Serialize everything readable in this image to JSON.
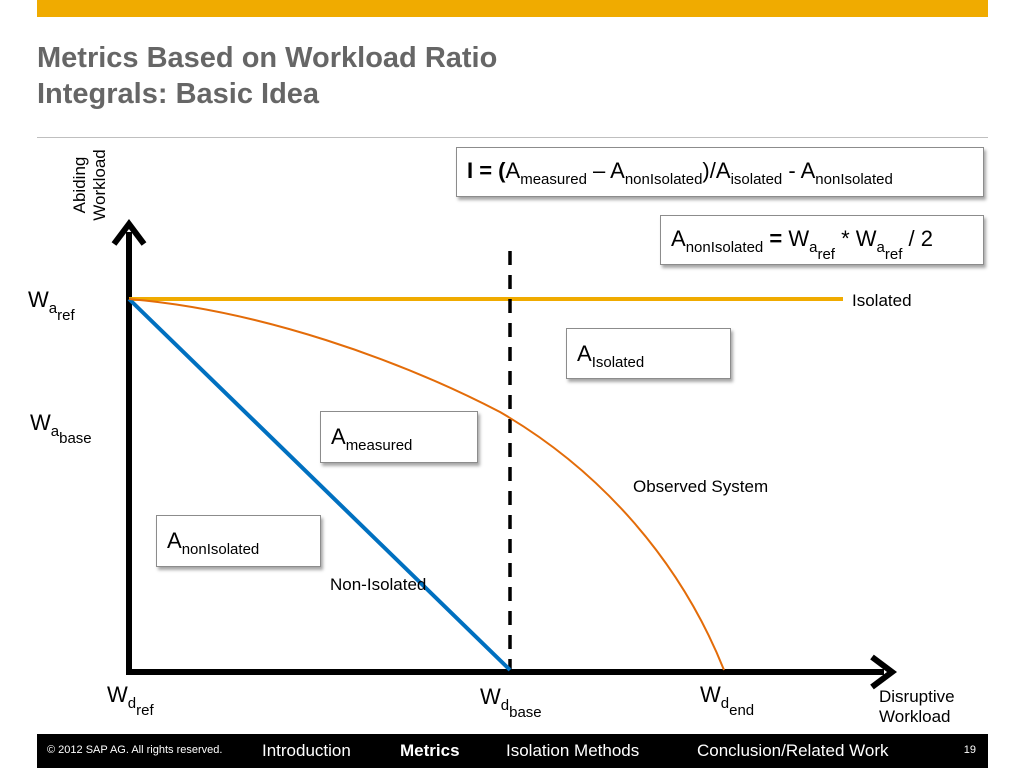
{
  "slide": {
    "title_line1": "Metrics Based on Workload Ratio",
    "title_line2": "Integrals: Basic Idea"
  },
  "colors": {
    "accent": "#f0ab00",
    "title_gray": "#666666",
    "isolated_line": "#f0ab00",
    "non_isolated_line": "#0070c0",
    "observed_curve": "#e36c09",
    "axis": "#000000"
  },
  "diagram": {
    "y_axis_title_line1": "Abiding",
    "y_axis_title_line2": "Workload",
    "x_axis_title_line1": "Disruptive",
    "x_axis_title_line2": "Workload",
    "y_labels": {
      "w_a_ref": {
        "main": "W",
        "sub": "a",
        "subsub": "ref"
      },
      "w_a_base": {
        "main": "W",
        "sub": "a",
        "subsub": "base"
      }
    },
    "x_labels": {
      "w_d_ref": {
        "main": "W",
        "sub": "d",
        "subsub": "ref"
      },
      "w_d_base": {
        "main": "W",
        "sub": "d",
        "subsub": "base"
      },
      "w_d_end": {
        "main": "W",
        "sub": "d",
        "subsub": "end"
      }
    },
    "line_labels": {
      "isolated": "Isolated",
      "observed": "Observed System",
      "non_isolated": "Non-Isolated"
    },
    "area_boxes": {
      "isolated": {
        "main": "A",
        "sub": "Isolated"
      },
      "measured": {
        "main": "A",
        "sub": "measured"
      },
      "non_isolated": {
        "main": "A",
        "sub": "nonIsolated"
      }
    },
    "formula1": {
      "lhs": "I = (",
      "a1": "A",
      "a1_sub": "measured",
      "minus": " – ",
      "a2": "A",
      "a2_sub": "nonIsolated",
      "div": ")/",
      "a3": "A",
      "a3_sub": "isolated",
      "minus2": " - ",
      "a4": "A",
      "a4_sub": "nonIsolated"
    },
    "formula2": {
      "a": "A",
      "a_sub": "nonIsolated",
      "eq": " = ",
      "w1": "W",
      "w1_sub": "a",
      "w1_subsub": "ref",
      "times": " * ",
      "w2": "W",
      "w2_sub": "a",
      "w2_subsub": "ref",
      "rest": " / 2"
    }
  },
  "footer": {
    "copyright": "© 2012 SAP AG. All rights reserved.",
    "nav": [
      "Introduction",
      "Metrics",
      "Isolation Methods",
      "Conclusion/Related Work"
    ],
    "active": "Metrics",
    "page_number": "19"
  }
}
